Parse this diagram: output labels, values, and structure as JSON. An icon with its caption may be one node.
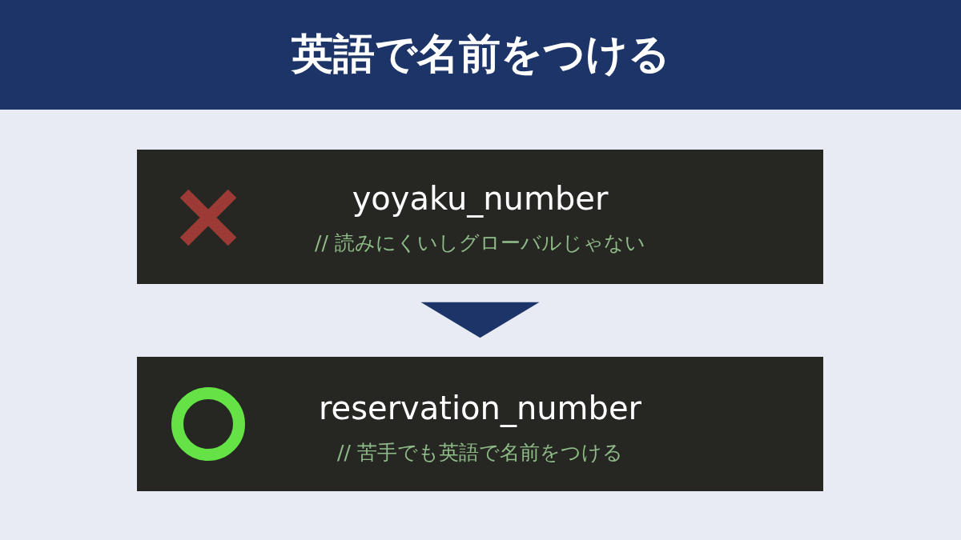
{
  "diagram": {
    "title": "英語で名前をつける",
    "nodes": [
      {
        "text": [
          "yoyaku_number",
          "// 読みにくいしグローバルじゃない"
        ]
      },
      {
        "text": [
          "reservation_number",
          "// 苦手でも英語で名前をつける"
        ]
      }
    ],
    "edges": [
      {
        "from": 0,
        "to": 1,
        "arrow": "to"
      }
    ]
  }
}
